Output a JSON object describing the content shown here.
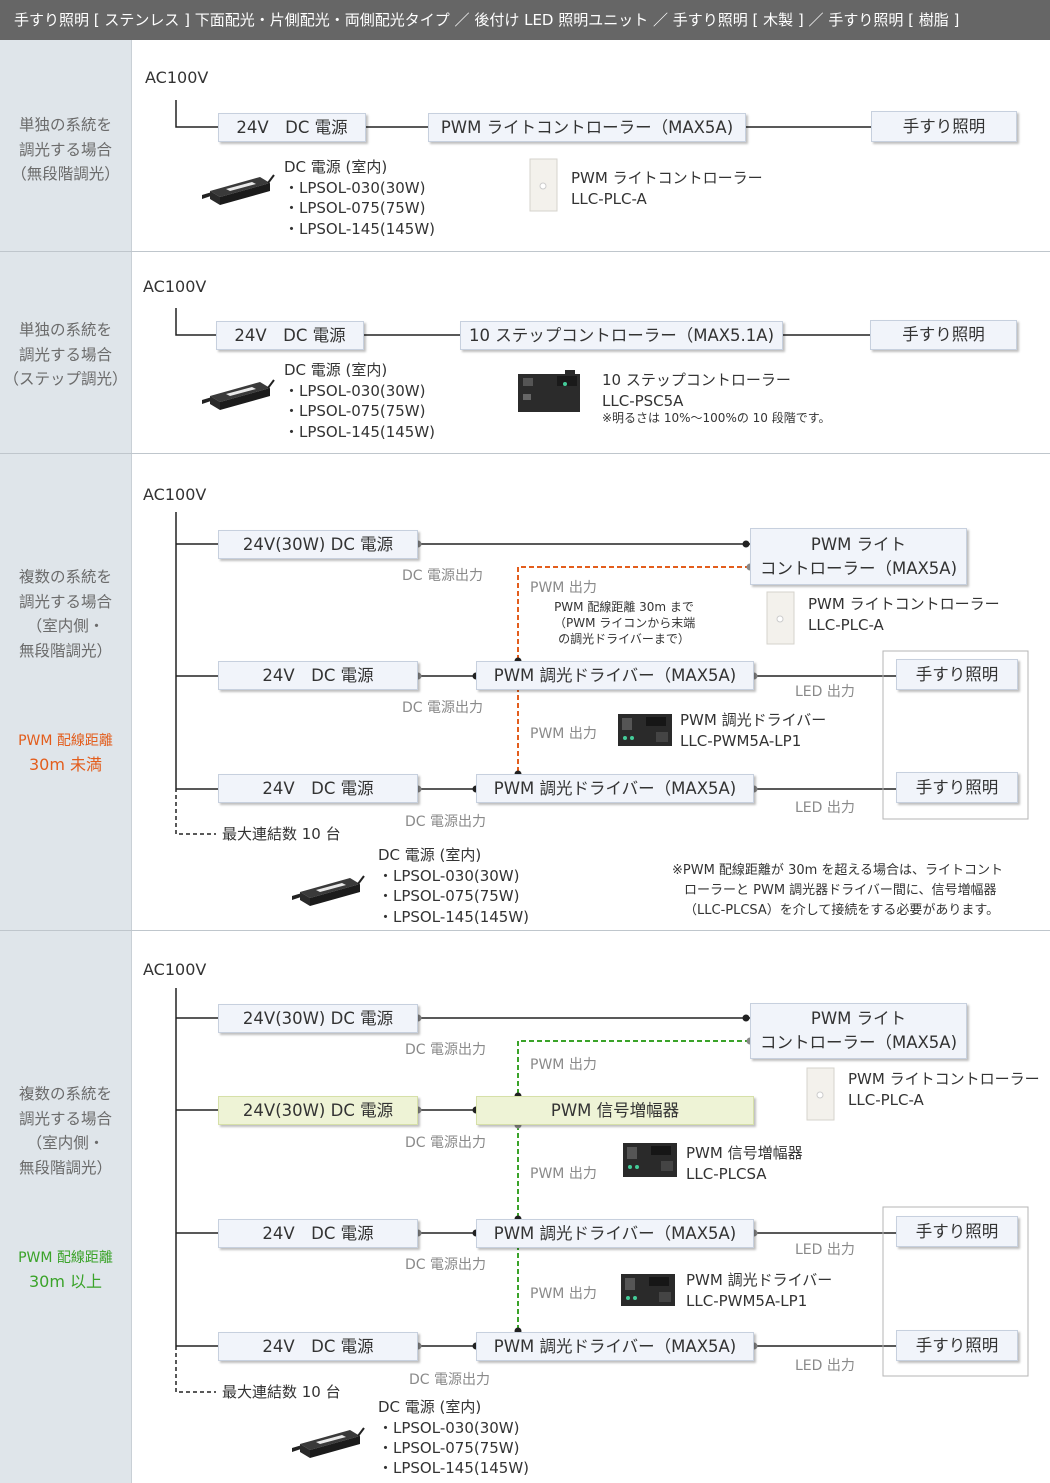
{
  "header": {
    "title": "手すり照明 [ ステンレス ] 下面配光・片側配光・両側配光タイプ ／ 後付け LED 照明ユニット ／ 手すり照明 [ 木製 ] ／ 手すり照明 [ 樹脂 ]"
  },
  "colors": {
    "header_bg": "#666666",
    "side_bg": "#dfe5ea",
    "box_bg": "#f1f4fa",
    "amp_box_bg": "#eef3d6",
    "orange": "#e35d1c",
    "green": "#3aa329"
  },
  "common": {
    "ac": "AC100V",
    "psu_24v": "24V　DC 電源",
    "psu_24v_30w": "24V(30W) DC 電源",
    "handrail": "手すり照明",
    "dc_out": "DC 電源出力",
    "pwm_out": "PWM 出力",
    "led_out": "LED 出力",
    "driver": "PWM 調光ドライバー（MAX5A)",
    "max_link": "最大連結数 10 台",
    "psu_list": {
      "title": "DC 電源 (室内)",
      "i1": "・LPSOL-030(30W)",
      "i2": "・LPSOL-075(75W)",
      "i3": "・LPSOL-145(145W)"
    },
    "ctrl_line1": "PWM ライト",
    "ctrl_line2": "コントローラー（MAX5A)",
    "ctrl_name": "PWM ライトコントローラー",
    "ctrl_model": "LLC-PLC-A",
    "drv_name": "PWM 調光ドライバー",
    "drv_model": "LLC-PWM5A-LP1"
  },
  "s1": {
    "label": [
      "単独の系統を",
      "調光する場合",
      "（無段階調光）"
    ],
    "controller": "PWM ライトコントローラー（MAX5A)"
  },
  "s2": {
    "label": [
      "単独の系統を",
      "調光する場合",
      "（ステップ調光）"
    ],
    "controller": "10 ステップコントローラー（MAX5.1A)",
    "photo_name": "10 ステップコントローラー",
    "photo_model": "LLC-PSC5A",
    "note": "※明るさは 10%～100%の 10 段階です。"
  },
  "s3": {
    "label": [
      "複数の系統を",
      "調光する場合",
      "（室内側・",
      "無段階調光）"
    ],
    "pwm_dist_1": "PWM 配線距離",
    "pwm_dist_2": "30m 未満",
    "dist_note": [
      "PWM 配線距離 30m まで",
      "（PWM ライコンから末端",
      "の調光ドライバーまで）"
    ],
    "warning": [
      "※PWM 配線距離が 30m を超える場合は、ライトコント",
      "ローラーと PWM 調光器ドライバー間に、信号増幅器",
      "（LLC-PLCSA）を介して接続をする必要があります。"
    ]
  },
  "s4": {
    "label": [
      "複数の系統を",
      "調光する場合",
      "（室内側・",
      "無段階調光）"
    ],
    "pwm_dist_1": "PWM 配線距離",
    "pwm_dist_2": "30m 以上",
    "amplifier": "PWM 信号増幅器",
    "amp_name": "PWM 信号増幅器",
    "amp_model": "LLC-PLCSA"
  }
}
